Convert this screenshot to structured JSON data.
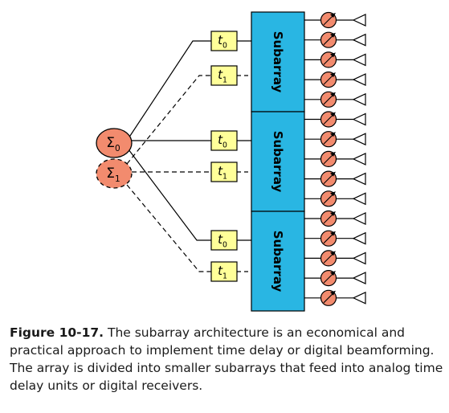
{
  "diagram": {
    "colors": {
      "subarray_fill": "#29b6e3",
      "delay_fill": "#ffff99",
      "summer_fill": "#f28b6e",
      "element_fill": "#f28b6e",
      "line": "#000000"
    },
    "summers": [
      {
        "symbol": "Σ",
        "sub": "0",
        "style": "solid"
      },
      {
        "symbol": "Σ",
        "sub": "1",
        "style": "dashed"
      }
    ],
    "delays": [
      {
        "symbol": "t",
        "sub": "0"
      },
      {
        "symbol": "t",
        "sub": "1"
      },
      {
        "symbol": "t",
        "sub": "0"
      },
      {
        "symbol": "t",
        "sub": "1"
      },
      {
        "symbol": "t",
        "sub": "0"
      },
      {
        "symbol": "t",
        "sub": "1"
      }
    ],
    "subarrays": [
      {
        "label": "Subarray"
      },
      {
        "label": "Subarray"
      },
      {
        "label": "Subarray"
      }
    ],
    "elements_per_subarray": 5
  },
  "caption": {
    "figure_label": "Figure 10-17.",
    "text": " The subarray architecture is an economical and practical approach to implement time delay or digital beamforming. The array is divided into smaller subarrays that feed into analog time delay units or digital receivers."
  }
}
